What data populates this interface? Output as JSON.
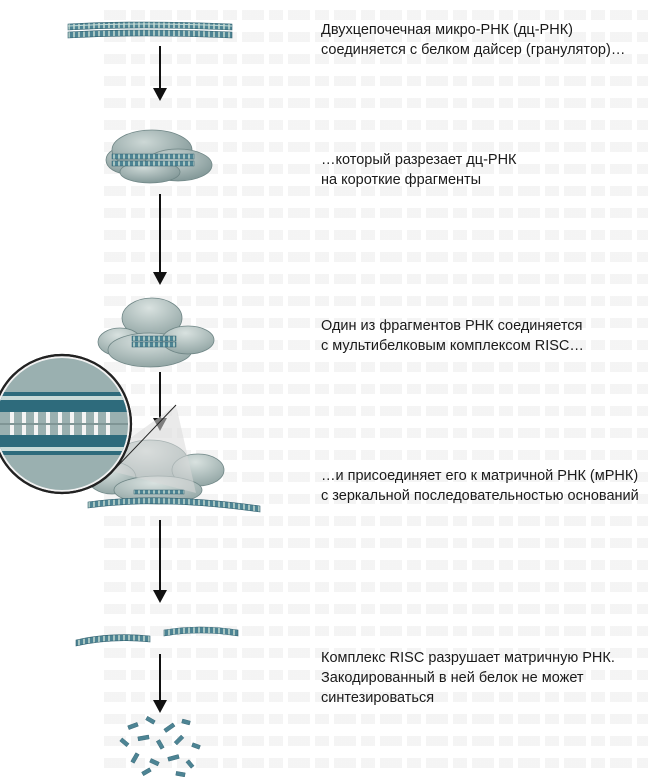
{
  "steps": [
    {
      "line1": "Двухцепочечная микро-РНК (дц-РНК)",
      "line2": "соединяется с белком дайсер (гранулятор)…"
    },
    {
      "line1": "…который разрезает дц-РНК",
      "line2": "на короткие фрагменты"
    },
    {
      "line1": "Один из фрагментов РНК соединяется",
      "line2": "с мультибелковым комплексом RISC…"
    },
    {
      "line1": "…и присоединяет его к матричной РНК (мРНК)",
      "line2": "с зеркальной последовательностью оснований"
    },
    {
      "line1": "Комплекс RISC разрушает матричную РНК.",
      "line2": "Закодированный в ней белок не может",
      "line3": "синтезироваться"
    }
  ],
  "colors": {
    "rna_strand": "#4d8494",
    "rna_stripe": "#a9c6c2",
    "protein_body": "#8fa3a3",
    "protein_highlight": "#cdd8d6",
    "arrow": "#111111",
    "magnifier_fill": "#9ab0b0",
    "magnifier_ring": "#222222",
    "bleed_through_text": "#e2e2e2"
  },
  "icons": [
    "down-arrow-icon",
    "magnifier-icon",
    "dicer-protein-icon",
    "risc-complex-icon"
  ]
}
